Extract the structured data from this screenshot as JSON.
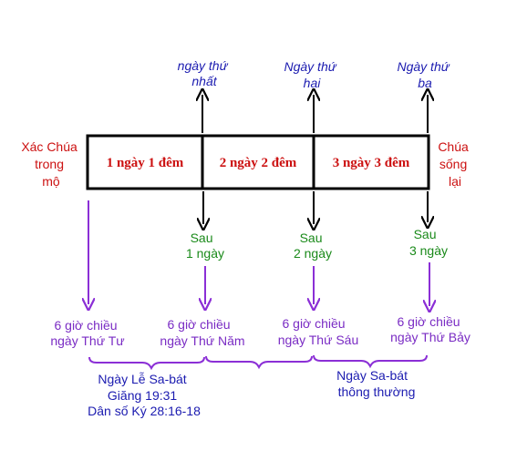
{
  "colors": {
    "box": "#000000",
    "day": "#1b1bb0",
    "segment": "#cc1111",
    "after": "#1a8a1a",
    "evening": "#7a2cc4",
    "sabbath": "#1b1bb0",
    "purple_arrow": "#8b2fd6"
  },
  "left_label": [
    "Xác Chúa",
    "trong",
    "mộ"
  ],
  "right_label": [
    "Chúa",
    "sống",
    "lại"
  ],
  "segments": [
    "1 ngày 1 đêm",
    "2 ngày 2 đêm",
    "3 ngày 3 đêm"
  ],
  "days": [
    [
      "ngày thứ",
      "nhất"
    ],
    [
      "Ngày thứ",
      "hai"
    ],
    [
      "Ngày thứ",
      "ba"
    ]
  ],
  "after": [
    [
      "Sau",
      "1 ngày"
    ],
    [
      "Sau",
      "2 ngày"
    ],
    [
      "Sau",
      "3 ngày"
    ]
  ],
  "evenings": [
    [
      "6 giờ chiều",
      "ngày Thứ Tư"
    ],
    [
      "6 giờ chiều",
      "ngày Thứ Năm"
    ],
    [
      "6 giờ chiều",
      "ngày Thứ Sáu"
    ],
    [
      "6 giờ chiều",
      "ngày Thứ Bảy"
    ]
  ],
  "sabbaths": [
    [
      "Ngày Lễ Sa-bát",
      "Giăng 19:31",
      "Dân số Ký 28:16-18"
    ],
    [
      "Ngày Sa-bát",
      "thông thường"
    ]
  ]
}
